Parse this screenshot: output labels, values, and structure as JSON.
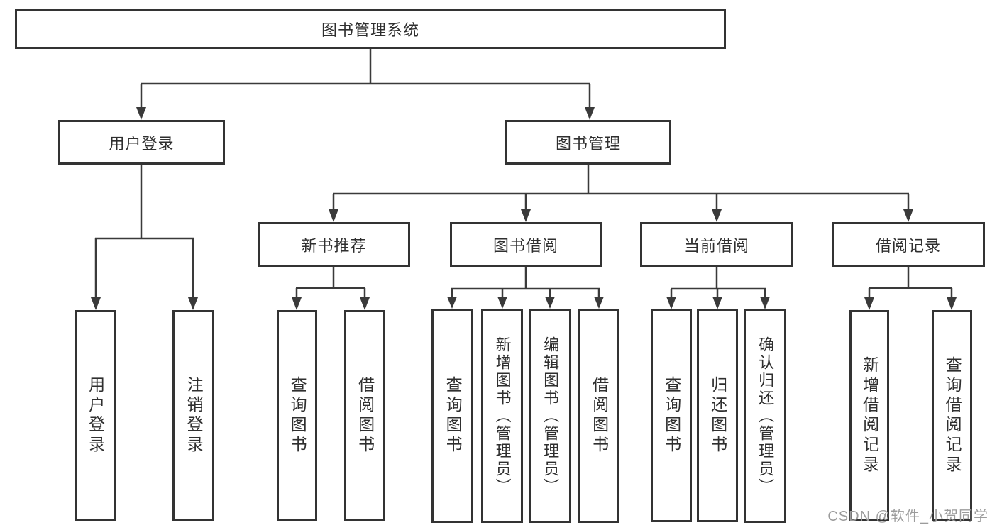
{
  "diagram": {
    "root": {
      "label": "图书管理系统"
    },
    "level2": [
      {
        "label": "用户登录"
      },
      {
        "label": "图书管理"
      }
    ],
    "level3": [
      {
        "label": "新书推荐"
      },
      {
        "label": "图书借阅"
      },
      {
        "label": "当前借阅"
      },
      {
        "label": "借阅记录"
      }
    ],
    "leaves": {
      "user_login": [
        "用户登录",
        "注销登录"
      ],
      "new_book": [
        "查询图书",
        "借阅图书"
      ],
      "book_borrow": [
        "查询图书",
        "新增图书（管理员）",
        "编辑图书（管理员）",
        "借阅图书"
      ],
      "current_borrow": [
        "查询图书",
        "归还图书",
        "确认归还（管理员）"
      ],
      "borrow_record": [
        "新增借阅记录",
        "查询借阅记录"
      ]
    },
    "colors": {
      "line": "#3a3a3a",
      "border": "#333333",
      "text": "#2f2f2f",
      "background": "#ffffff",
      "watermark_color": "#9c9c9c"
    },
    "watermark": "CSDN @软件_小贺同学"
  }
}
